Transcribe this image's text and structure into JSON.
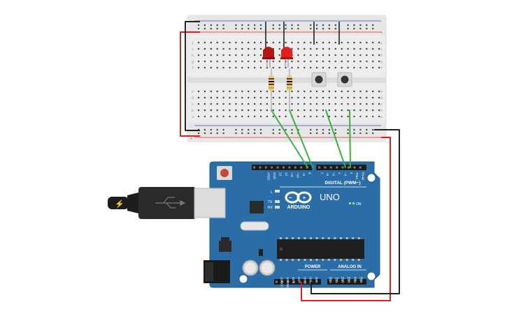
{
  "arduino": {
    "brand": "ARDUINO",
    "model": "UNO",
    "on_label": "ON",
    "digital_label": "DIGITAL (PWM~)",
    "analog_label": "ANALOG IN",
    "power_label": "POWER",
    "led_l": "L",
    "led_tx": "TX",
    "led_rx": "RX",
    "digital_pins": [
      "AREF",
      "GND",
      "13",
      "12",
      "~11",
      "~10",
      "~9",
      "8",
      "7",
      "~6",
      "~5",
      "4",
      "~3",
      "2",
      "TX▸1",
      "RX◂0"
    ],
    "power_pins": [
      "IOREF",
      "RESET",
      "3.3V",
      "5V",
      "GND",
      "GND",
      "Vin"
    ],
    "analog_pins": [
      "A0",
      "A1",
      "A2",
      "A3",
      "A4",
      "A5"
    ]
  },
  "breadboard": {
    "plus": "+",
    "minus": "-",
    "row_letters_top": [
      "j",
      "i",
      "h",
      "g",
      "f"
    ],
    "row_letters_bottom": [
      "e",
      "d",
      "c",
      "b",
      "a"
    ]
  },
  "colors": {
    "board": "#2b6ea7",
    "board_edge": "#1f5a8e",
    "wire_green": "#3db03d",
    "wire_red": "#d22222",
    "wire_black": "#222222",
    "led": "#cc1c1c",
    "breadboard": "#eeeeee",
    "rail_red": "#d33333",
    "rail_blue": "#3355aa"
  }
}
